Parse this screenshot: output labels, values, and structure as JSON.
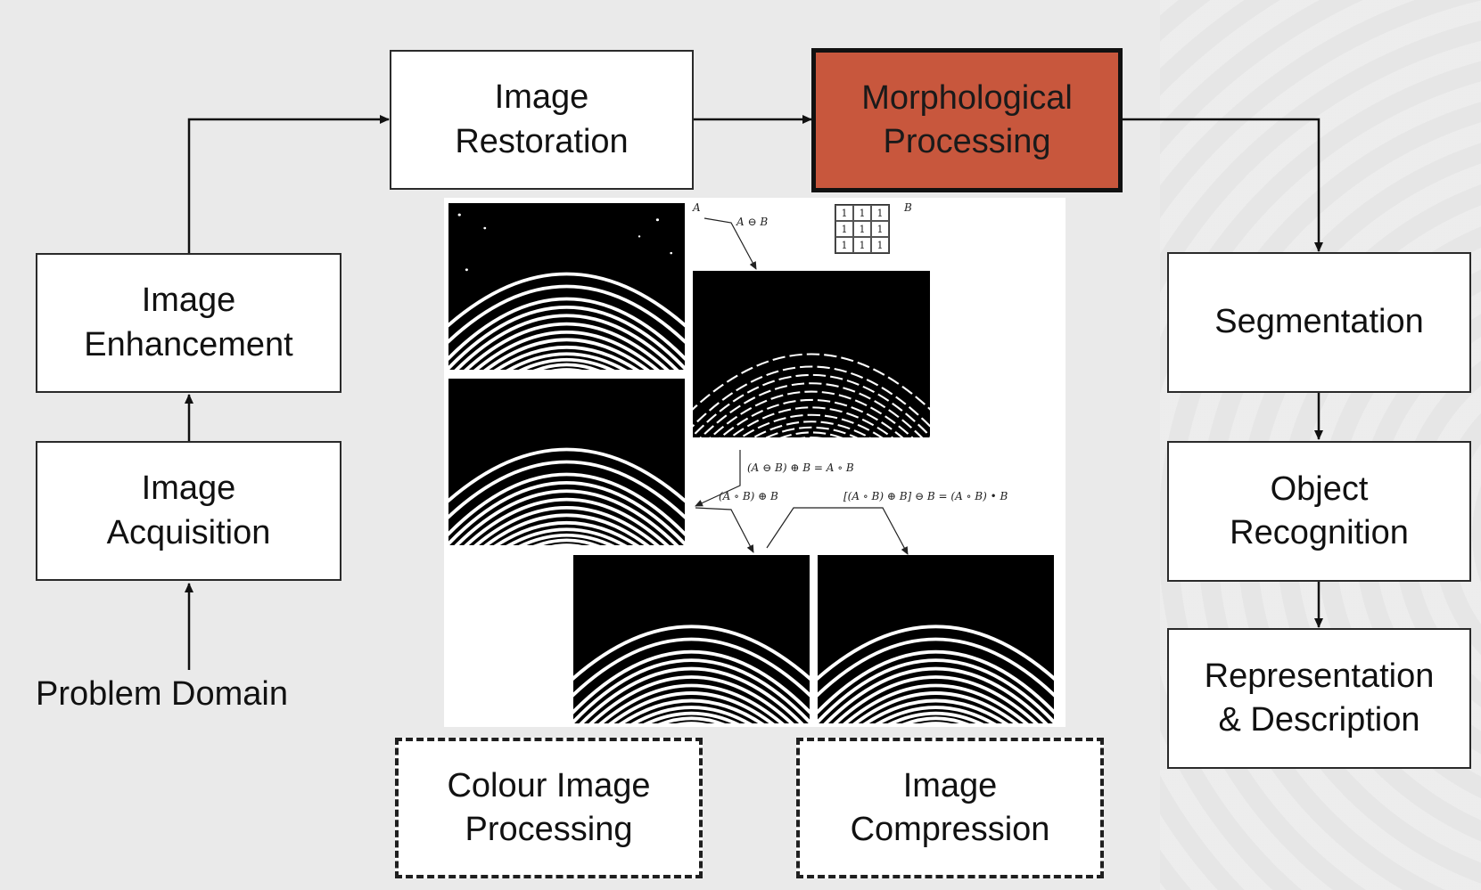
{
  "nodes": {
    "problem_domain": "Problem Domain",
    "acquisition": "Image\nAcquisition",
    "enhancement": "Image\nEnhancement",
    "restoration": "Image\nRestoration",
    "morphological": "Morphological\nProcessing",
    "segmentation": "Segmentation",
    "object_recognition": "Object\nRecognition",
    "representation": "Representation\n& Description",
    "colour": "Colour Image\nProcessing",
    "compression": "Image\nCompression"
  },
  "figure": {
    "label_a": "A",
    "label_b": "B",
    "erosion": "A ⊖ B",
    "opening_def": "(A ⊖ B) ⊕ B = A ∘ B",
    "opening_dilate": "(A ∘ B) ⊕ B",
    "closing_def": "[(A ∘ B) ⊕ B] ⊖ B = (A ∘ B) • B",
    "se_values": [
      "1",
      "1",
      "1",
      "1",
      "1",
      "1",
      "1",
      "1",
      "1"
    ]
  },
  "colors": {
    "highlight": "#c8573d",
    "background": "#eaeaea",
    "border": "#2a2a2a"
  }
}
